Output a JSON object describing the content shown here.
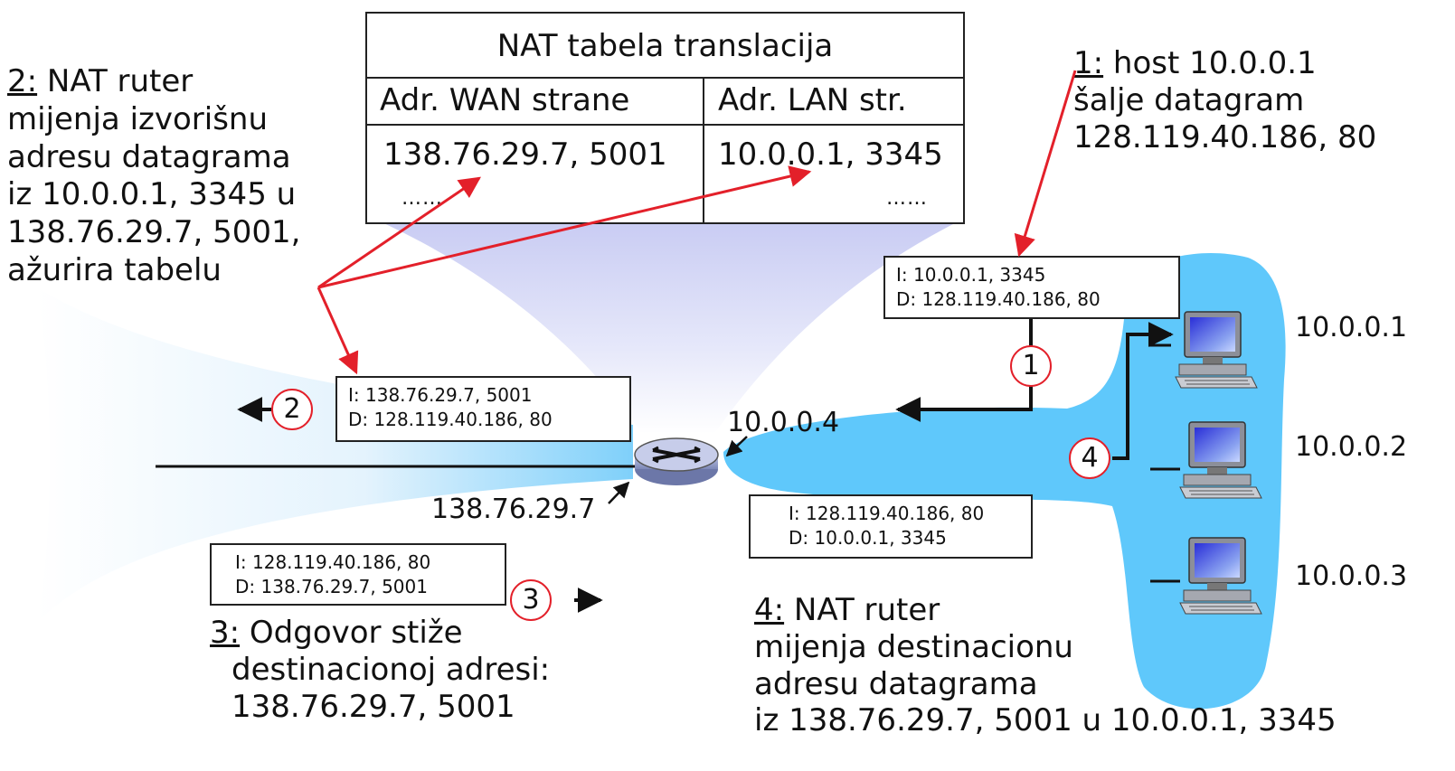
{
  "nat_table": {
    "title": "NAT tabela translacija",
    "col_wan": "Adr. WAN strane",
    "col_lan": "Adr. LAN str.",
    "wan_value": "138.76.29.7, 5001",
    "lan_value": "10.0.0.1, 3345",
    "ellipsis": "……"
  },
  "notes": {
    "n1_num": "1:",
    "n1_line1": " host 10.0.0.1",
    "n1_line2": "šalje datagram",
    "n1_line3": "128.119.40.186, 80",
    "n2_num": "2:",
    "n2_line1": " NAT ruter",
    "n2_line2": "mijenja izvorišnu",
    "n2_line3": "adresu datagrama",
    "n2_line4": "iz 10.0.0.1, 3345 u",
    "n2_line5": "138.76.29.7, 5001,",
    "n2_line6": "ažurira tabelu",
    "n3_num": "3:",
    "n3_line1": " Odgovor stiže",
    "n3_line2": "destinacionoj adresi:",
    "n3_line3": "138.76.29.7, 5001",
    "n4_num": "4:",
    "n4_line1": " NAT ruter",
    "n4_line2": "mijenja destinacionu",
    "n4_line3": "adresu datagrama",
    "n4_line4": "iz 138.76.29.7, 5001 u 10.0.0.1, 3345"
  },
  "packets": {
    "p1": {
      "src": "I: 10.0.0.1, 3345",
      "dst": "D: 128.119.40.186, 80",
      "step": "1"
    },
    "p2": {
      "src": "I: 138.76.29.7, 5001",
      "dst": "D: 128.119.40.186, 80",
      "step": "2"
    },
    "p3": {
      "src": "I: 128.119.40.186, 80",
      "dst": "D: 138.76.29.7, 5001",
      "step": "3"
    },
    "p4": {
      "src": "I: 128.119.40.186, 80",
      "dst": "D: 10.0.0.1, 3345",
      "step": "4"
    }
  },
  "addresses": {
    "router_lan": "10.0.0.4",
    "router_wan": "138.76.29.7",
    "host1": "10.0.0.1",
    "host2": "10.0.0.2",
    "host3": "10.0.0.3"
  },
  "colors": {
    "annotation_arrow": "#e3202a",
    "lan_blue": "#5fc8fb",
    "cone_lavender": "#d9dcf7"
  },
  "icons": [
    "router-icon",
    "desktop-computer-icon"
  ]
}
